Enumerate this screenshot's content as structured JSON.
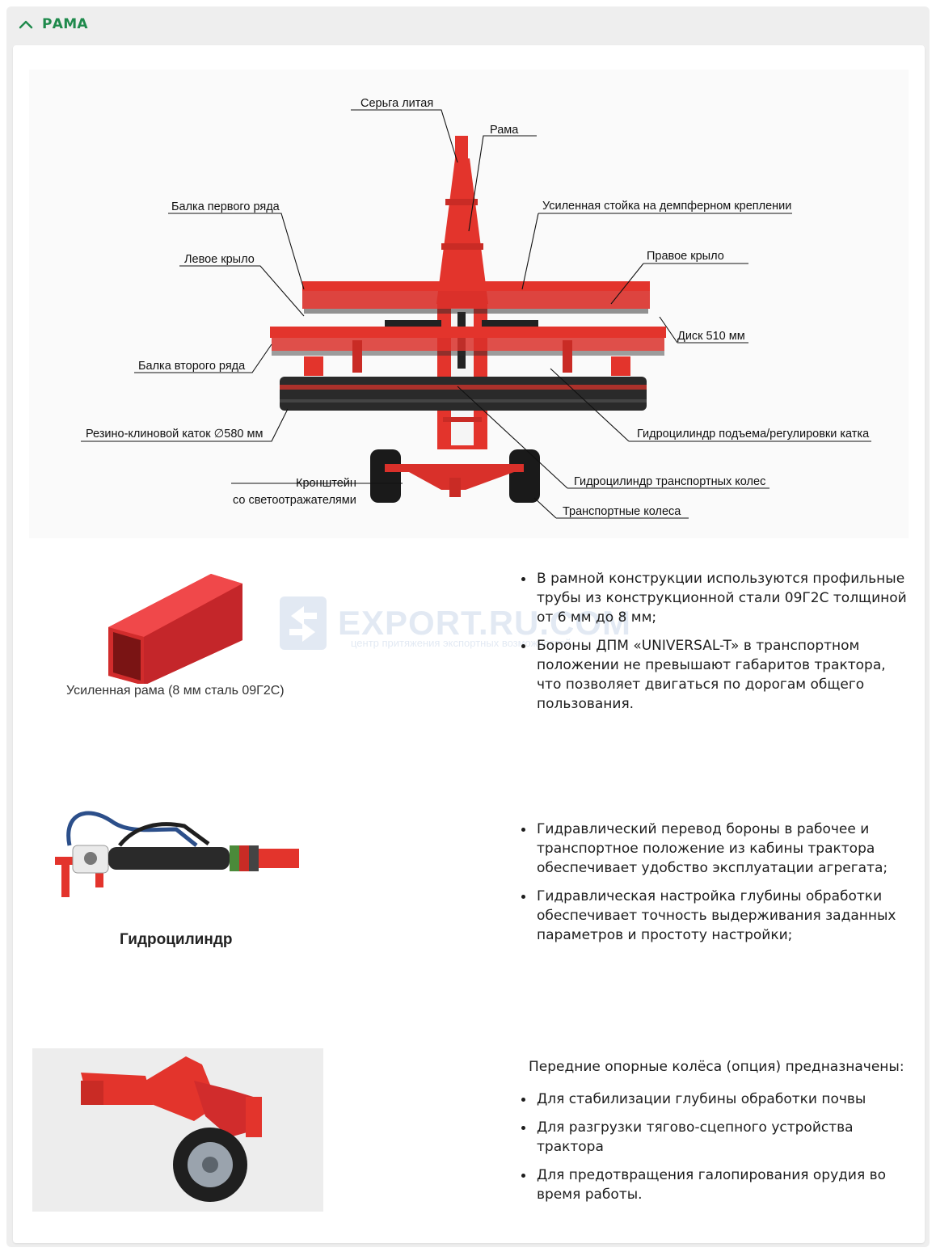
{
  "accordion": {
    "title": "РАМА",
    "expanded": true
  },
  "diagram": {
    "labels": {
      "serga": "Серьга литая",
      "rama": "Рама",
      "balka1": "Балка первого ряда",
      "stoika": "Усиленная стойка на демпферном креплении",
      "levoe": "Левое крыло",
      "pravoe": "Правое крыло",
      "disk": "Диск 510 мм",
      "balka2": "Балка второго ряда",
      "katok": "Резино-клиновой каток ∅580 мм",
      "gidro_katok": "Гидроцилиндр подъема/регулировки катка",
      "kronshtein_1": "Кронштейн",
      "kronshtein_2": "со светоотражателями",
      "gidro_kolesa": "Гидроцилиндр транспортных колес",
      "kolesa": "Транспортные колеса"
    }
  },
  "section1": {
    "caption": "Усиленная рама (8 мм сталь 09Г2С)",
    "bullets": [
      "В рамной конструкции используются профильные трубы из конструкционной стали 09Г2С толщиной от 6 мм до 8 мм;",
      "Бороны ДПМ «UNIVERSAL-T» в транспортном положении не превышают габаритов трактора, что позволяет двигаться по дорогам общего пользования."
    ]
  },
  "section2": {
    "caption": "Гидроцилиндр",
    "bullets": [
      "Гидравлический перевод бороны в рабочее и транспортное положение из кабины трактора обеспечивает удобство эксплуатации агрегата;",
      "Гидравлическая настройка глубины обработки обеспечивает точность выдерживания заданных параметров и простоту настройки;"
    ]
  },
  "section3": {
    "intro": "Передние опорные колёса (опция) предназначены:",
    "bullets": [
      "Для стабилизации глубины обработки почвы",
      "Для разгрузки тягово-сцепного устройства трактора",
      "Для предотвращения галопирования орудия во время работы."
    ]
  },
  "watermark": {
    "text": "EXPORT.RU.COM",
    "sub": "центр притяжения экспортных возможностей"
  },
  "colors": {
    "accent_green": "#1f8a4c",
    "machine_red": "#e3342c",
    "panel_bg": "#eeeeee"
  },
  "icons": {
    "toggle": "chevron-up-icon"
  }
}
